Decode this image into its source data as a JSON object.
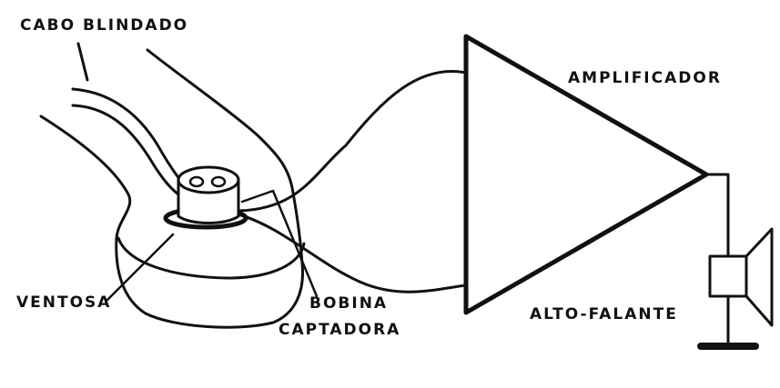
{
  "labels": {
    "cabo_blindado": "CABO BLINDADO",
    "amplificador": "AMPLIFICADOR",
    "ventosa": "VENTOSA",
    "bobina": "BOBINA",
    "captadora": "CAPTADORA",
    "alto_falante": "ALTO-FALANTE"
  },
  "colors": {
    "ink": "#111111",
    "paper": "#ffffff"
  }
}
